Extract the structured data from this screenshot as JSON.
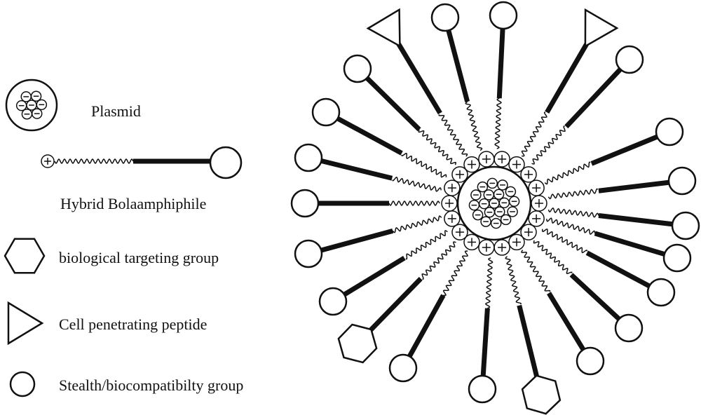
{
  "legend": {
    "plasmid": "Plasmid",
    "bolaamphiphile": "Hybrid Bolaamphiphile",
    "targeting": "biological targeting group",
    "peptide": "Cell penetrating peptide",
    "stealth": "Stealth/biocompatibilty group"
  },
  "micelle": {
    "head_groups": [
      "triangle",
      "circle",
      "circle",
      "triangle",
      "circle",
      "circle",
      "circle",
      "circle",
      "circle",
      "circle",
      "circle",
      "circle",
      "hexagon",
      "circle",
      "circle",
      "hexagon",
      "circle",
      "circle",
      "circle",
      "circle",
      "circle",
      "circle"
    ],
    "core_charge": "-",
    "shell_charge": "+"
  }
}
